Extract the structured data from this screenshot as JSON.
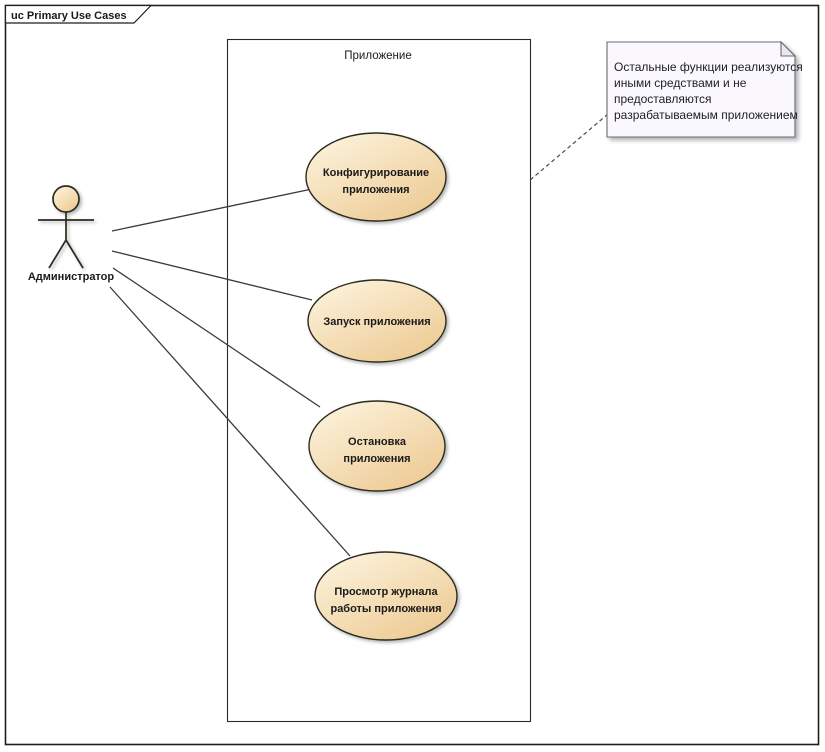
{
  "frame": {
    "label": "uc Primary Use Cases"
  },
  "system_boundary": {
    "label": "Приложение"
  },
  "actor": {
    "label": "Администратор"
  },
  "use_cases": [
    {
      "label": "Конфигурирование приложения",
      "lines": [
        "Конфигурирование",
        "приложения"
      ]
    },
    {
      "label": "Запуск приложения",
      "lines": [
        "Запуск приложения"
      ]
    },
    {
      "label": "Остановка приложения",
      "lines": [
        "Остановка",
        "приложения"
      ]
    },
    {
      "label": "Просмотр журнала работы приложения",
      "lines": [
        "Просмотр журнала",
        "работы приложения"
      ]
    }
  ],
  "note": {
    "text": "Остальные функции реализуются иными средствами и не предоставляются разрабатываемым приложением",
    "lines": [
      "Остальные функции реализуются",
      "иными средствами и не",
      "предоставляются",
      "разрабатываемым приложением"
    ]
  },
  "colors": {
    "ellipse_gradient_start": "#FDF6E2",
    "ellipse_gradient_end": "#ECC68C",
    "shape_border": "#2b2b1f",
    "note_fill": "#FAF8FC",
    "note_fold_fill": "#E9E6F0",
    "connector": "#3a3a3a"
  }
}
